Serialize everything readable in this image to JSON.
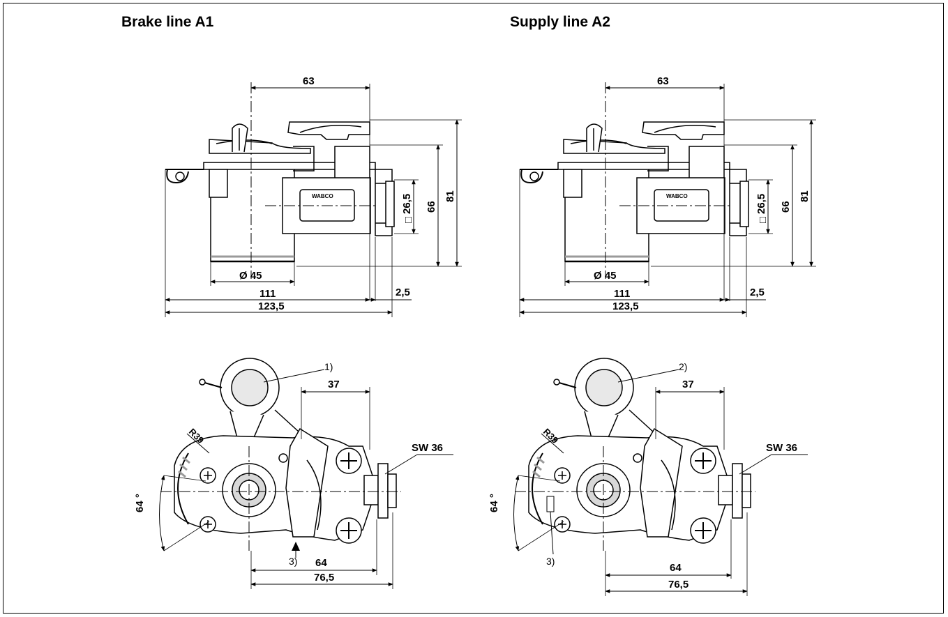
{
  "left": {
    "title": "Brake line A1",
    "label_connector": "1)",
    "label_marker": "3)"
  },
  "right": {
    "title": "Supply line A2",
    "label_connector": "2)",
    "label_marker": "3)"
  },
  "dims": {
    "d63": "63",
    "d81": "81",
    "d66": "66",
    "d265": "26,5",
    "square": "□",
    "d45": "Ø 45",
    "d111": "111",
    "d25": "2,5",
    "d1235": "123,5",
    "d37": "37",
    "sw36": "SW 36",
    "r39": "R39",
    "a64": "64 °",
    "d64": "64",
    "d765": "76,5"
  },
  "brand": "WABCO",
  "colors": {
    "ink": "#000000",
    "gray": "#9a9a9a",
    "light": "#d8d8d8",
    "background": "#ffffff"
  }
}
